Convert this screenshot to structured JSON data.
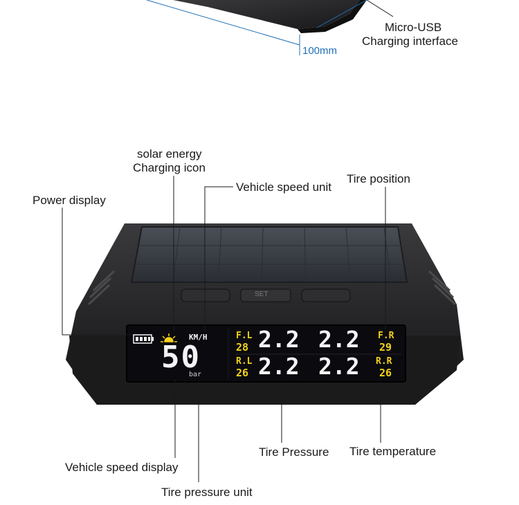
{
  "top": {
    "dimension_label": "100mm",
    "usb_label_line1": "Micro-USB",
    "usb_label_line2": "Charging interface"
  },
  "callouts": {
    "solar_line1": "solar energy",
    "solar_line2": "Charging icon",
    "speed_unit": "Vehicle speed unit",
    "tire_position": "Tire position",
    "power_display": "Power display",
    "speed_display": "Vehicle speed display",
    "pressure_unit": "Tire pressure unit",
    "tire_pressure": "Tire Pressure",
    "tire_temperature": "Tire temperature"
  },
  "device": {
    "button_middle": "SET",
    "display": {
      "speed_unit": "KM/H",
      "speed_value": "50",
      "pressure_unit": "bar",
      "tires": [
        {
          "pos": "F.L",
          "temp": "28",
          "pressure": "2.2"
        },
        {
          "pos": "F.R",
          "temp": "29",
          "pressure": "2.2"
        },
        {
          "pos": "R.L",
          "temp": "26",
          "pressure": "2.2"
        },
        {
          "pos": "R.R",
          "temp": "26",
          "pressure": "2.2"
        }
      ]
    }
  },
  "colors": {
    "device_body": "#2b2b2d",
    "solar_panel": "#3a3f47",
    "lcd_bg": "#0b0b0f",
    "lcd_white": "#f4f4f6",
    "lcd_yellow": "#f3d21a",
    "dimension_blue": "#1f6fb5"
  }
}
